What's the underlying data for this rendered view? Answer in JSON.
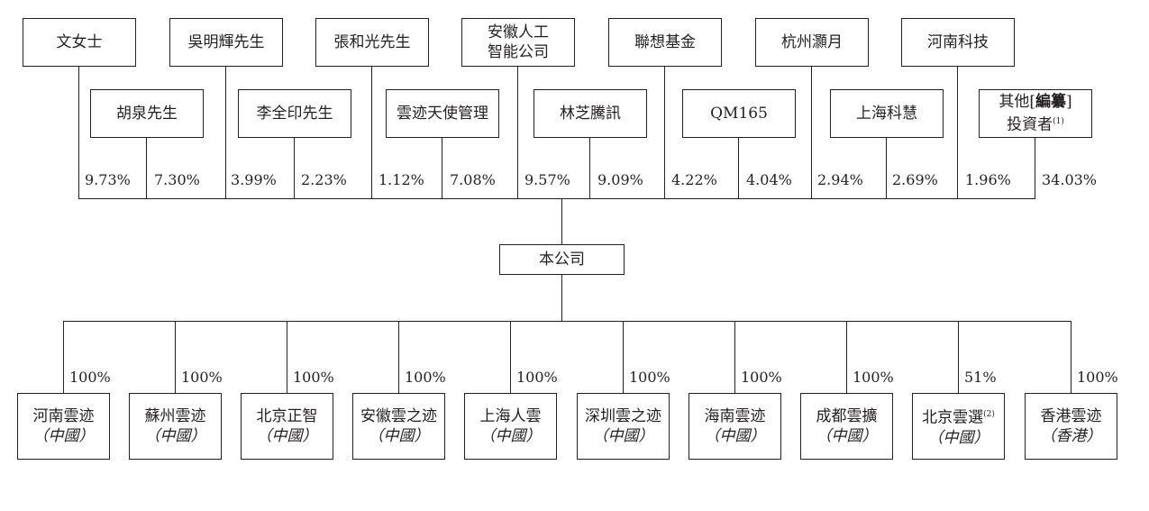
{
  "shareholders_top": [
    {
      "name": "文女士"
    },
    {
      "name": "吳明輝先生"
    },
    {
      "name": "張和光先生"
    },
    {
      "name": "安徽人工",
      "name2": "智能公司"
    },
    {
      "name": "聯想基金"
    },
    {
      "name": "杭州灝月"
    },
    {
      "name": "河南科技"
    }
  ],
  "shareholders_bottom": [
    {
      "name": "胡泉先生"
    },
    {
      "name": "李全印先生"
    },
    {
      "name": "雲迹天使管理"
    },
    {
      "name": "林芝騰訊"
    },
    {
      "name": "QM165"
    },
    {
      "name": "上海科慧"
    },
    {
      "name": "其他",
      "bracket_open": "[",
      "bracket_text": "編纂",
      "bracket_close": "]",
      "name2": "投資者",
      "note": "(1)"
    }
  ],
  "shareholding_percentages": [
    {
      "label": "9.73%",
      "value": 9.73,
      "holder": "文女士"
    },
    {
      "label": "7.30%",
      "value": 7.3,
      "holder": "胡泉先生"
    },
    {
      "label": "3.99%",
      "value": 3.99,
      "holder": "吳明輝先生"
    },
    {
      "label": "2.23%",
      "value": 2.23,
      "holder": "李全印先生"
    },
    {
      "label": "1.12%",
      "value": 1.12,
      "holder": "張和光先生"
    },
    {
      "label": "7.08%",
      "value": 7.08,
      "holder": "雲迹天使管理"
    },
    {
      "label": "9.57%",
      "value": 9.57,
      "holder": "安徽人工智能公司"
    },
    {
      "label": "9.09%",
      "value": 9.09,
      "holder": "林芝騰訊"
    },
    {
      "label": "4.22%",
      "value": 4.22,
      "holder": "聯想基金"
    },
    {
      "label": "4.04%",
      "value": 4.04,
      "holder": "QM165"
    },
    {
      "label": "2.94%",
      "value": 2.94,
      "holder": "杭州灝月"
    },
    {
      "label": "2.69%",
      "value": 2.69,
      "holder": "上海科慧"
    },
    {
      "label": "1.96%",
      "value": 1.96,
      "holder": "河南科技"
    },
    {
      "label": "34.03%",
      "value": 34.03,
      "holder": "其他投資者"
    }
  ],
  "company": {
    "name": "本公司"
  },
  "subsidiaries": [
    {
      "name": "河南雲迹",
      "region": "（中國）",
      "stake": "100%"
    },
    {
      "name": "蘇州雲迹",
      "region": "（中國）",
      "stake": "100%"
    },
    {
      "name": "北京正智",
      "region": "（中國）",
      "stake": "100%"
    },
    {
      "name": "安徽雲之迹",
      "region": "（中國）",
      "stake": "100%"
    },
    {
      "name": "上海人雲",
      "region": "（中國）",
      "stake": "100%"
    },
    {
      "name": "深圳雲之迹",
      "region": "（中國）",
      "stake": "100%"
    },
    {
      "name": "海南雲迹",
      "region": "（中國）",
      "stake": "100%"
    },
    {
      "name": "成都雲擴",
      "region": "（中國）",
      "stake": "100%"
    },
    {
      "name": "北京雲選",
      "region": "（中國）",
      "stake": "51%",
      "note": "(2)"
    },
    {
      "name": "香港雲迹",
      "region": "（香港）",
      "stake": "100%"
    }
  ]
}
